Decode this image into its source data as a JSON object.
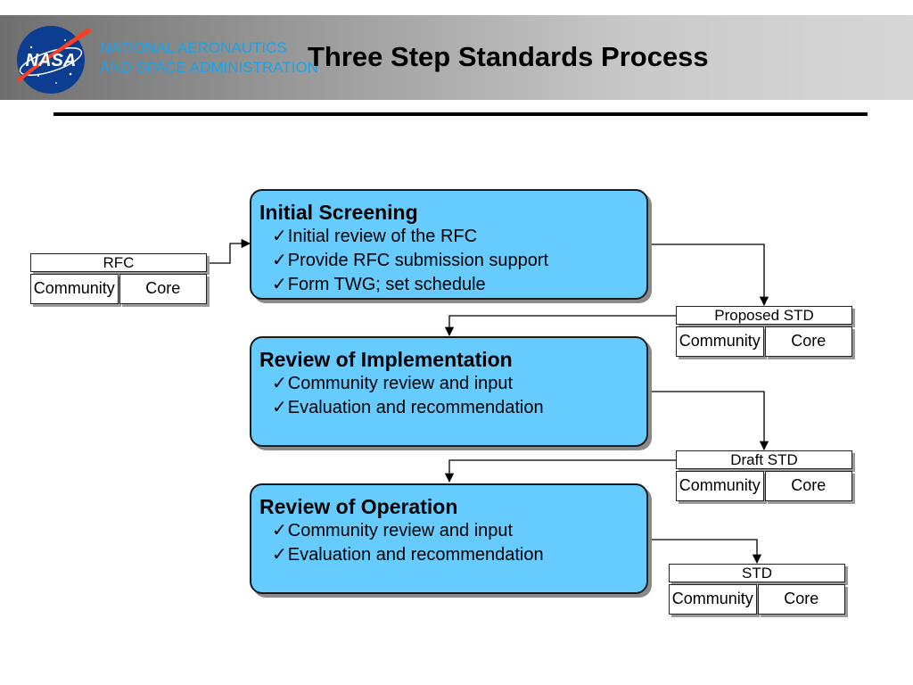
{
  "header": {
    "agency_line1": "NATIONAL AERONAUTICS",
    "agency_line2": "AND SPACE ADMINISTRATION",
    "logo_text": "NASA",
    "title": "Three Step Standards Process"
  },
  "steps": [
    {
      "title": "Initial Screening",
      "items": [
        "Initial review of the RFC",
        "Provide RFC submission support",
        "Form TWG; set schedule"
      ]
    },
    {
      "title": "Review of Implementation",
      "items": [
        "Community review and input",
        "Evaluation and recommendation"
      ]
    },
    {
      "title": "Review of Operation",
      "items": [
        "Community review and input",
        "Evaluation and recommendation"
      ]
    }
  ],
  "documents": {
    "rfc": {
      "label": "RFC",
      "left": "Community",
      "right": "Core"
    },
    "proposed": {
      "label": "Proposed STD",
      "left": "Community",
      "right": "Core"
    },
    "draft": {
      "label": "Draft STD",
      "left": "Community",
      "right": "Core"
    },
    "std": {
      "label": "STD",
      "left": "Community",
      "right": "Core"
    }
  },
  "check_mark": "✓",
  "colors": {
    "box_fill": "#66ccff",
    "agency_text": "#1aa3ea",
    "logo_blue": "#0b3d91",
    "logo_red": "#fc3d21"
  }
}
